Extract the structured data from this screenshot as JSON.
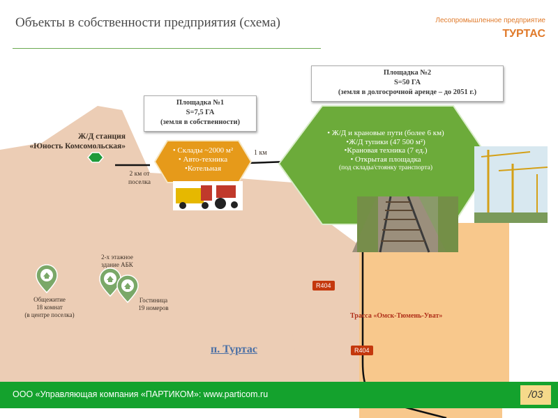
{
  "header": {
    "title": "Объекты в собственности предприятия (схема)",
    "company_subtitle": "Лесопромышленное предприятие",
    "company_name": "ТУРТАС"
  },
  "site1": {
    "title": "Площадка №1",
    "area": "S=7,5 ГА",
    "note": "(земля в собственности)",
    "items": [
      "• Склады ~2000 м²",
      "• Авто-техника",
      "•Котельная"
    ]
  },
  "site2": {
    "title": "Площадка №2",
    "area": "S=50 ГА",
    "note": "(земля в долгосрочной аренде – до 2051 г.)",
    "items": [
      "• Ж/Д и крановые пути  (более 6 км)",
      "•Ж/Д тупики (47 500 м²)",
      "•Крановая техника  (7 ед.)",
      "• Открытая площадка",
      "(под склады/стоянку транспорта)"
    ]
  },
  "map": {
    "station_line1": "Ж/Д станция",
    "station_line2": "«Юность Комсомольская»",
    "distance_2km_line1": "2 км от",
    "distance_2km_line2": "поселка",
    "distance_1km": "1 км",
    "dorm_line1": "Общежитие",
    "dorm_line2": "18 комнат",
    "dorm_line3": "(в центре поселка)",
    "abk_line1": "2-х этажное",
    "abk_line2": "здание АБК",
    "hotel_line1": "Гостиница",
    "hotel_line2": "19 номеров",
    "village": "п. Туртас",
    "highway": "Трасса «Омск-Тюмень-Уват»",
    "road_tag_1": "R404",
    "road_tag_2": "R404"
  },
  "footer": {
    "text": "ООО «Управляющая компания «ПАРТИКОМ»: www.particom.ru",
    "page": "/03"
  },
  "colors": {
    "land": "#eccdb5",
    "hex1": "#e69a1a",
    "hex2": "#6cab3a",
    "road": "#f8c88c",
    "footer": "#14a22d",
    "accent": "#e07a2a",
    "pin": "#7aa868"
  }
}
